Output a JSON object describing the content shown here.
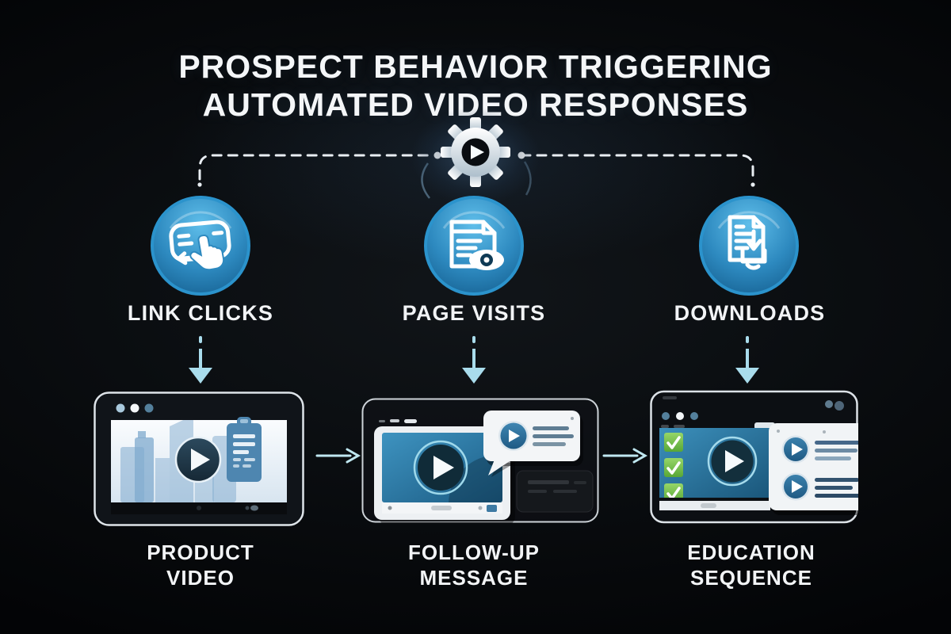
{
  "title": "PROSPECT BEHAVIOR TRIGGERING\nAUTOMATED VIDEO RESPONSES",
  "hub": {
    "icon": "gear-play-icon"
  },
  "triggers": [
    {
      "id": "link-clicks",
      "label": "LINK CLICKS",
      "icon": "link-click-icon"
    },
    {
      "id": "page-visits",
      "label": "PAGE VISITS",
      "icon": "page-view-icon"
    },
    {
      "id": "downloads",
      "label": "DOWNLOADS",
      "icon": "download-file-icon"
    }
  ],
  "responses": [
    {
      "id": "product-video",
      "label": "PRODUCT\nVIDEO",
      "illustration": "product-video-player"
    },
    {
      "id": "follow-up-message",
      "label": "FOLLOW-UP\nMESSAGE",
      "illustration": "video-message-bubble"
    },
    {
      "id": "education-sequence",
      "label": "EDUCATION\nSEQUENCE",
      "illustration": "video-playlist"
    }
  ],
  "colors": {
    "background": "#07090C",
    "title_text": "#F4F6F8",
    "circle_blue_light": "#5FBEEA",
    "circle_blue_dark": "#135C8C",
    "circle_rim": "#2B93CC",
    "icon_white": "#FFFFFF",
    "arrow_cyan": "#A9DCEC",
    "dashed_line": "#E9EEF3",
    "frame_border": "#DDE3E8",
    "screen_dark": "#0E1115",
    "video_blue": "#2E86B4",
    "check_green": "#6FC244",
    "card_white": "#F2F4F6",
    "play_navy": "#132F3C"
  }
}
